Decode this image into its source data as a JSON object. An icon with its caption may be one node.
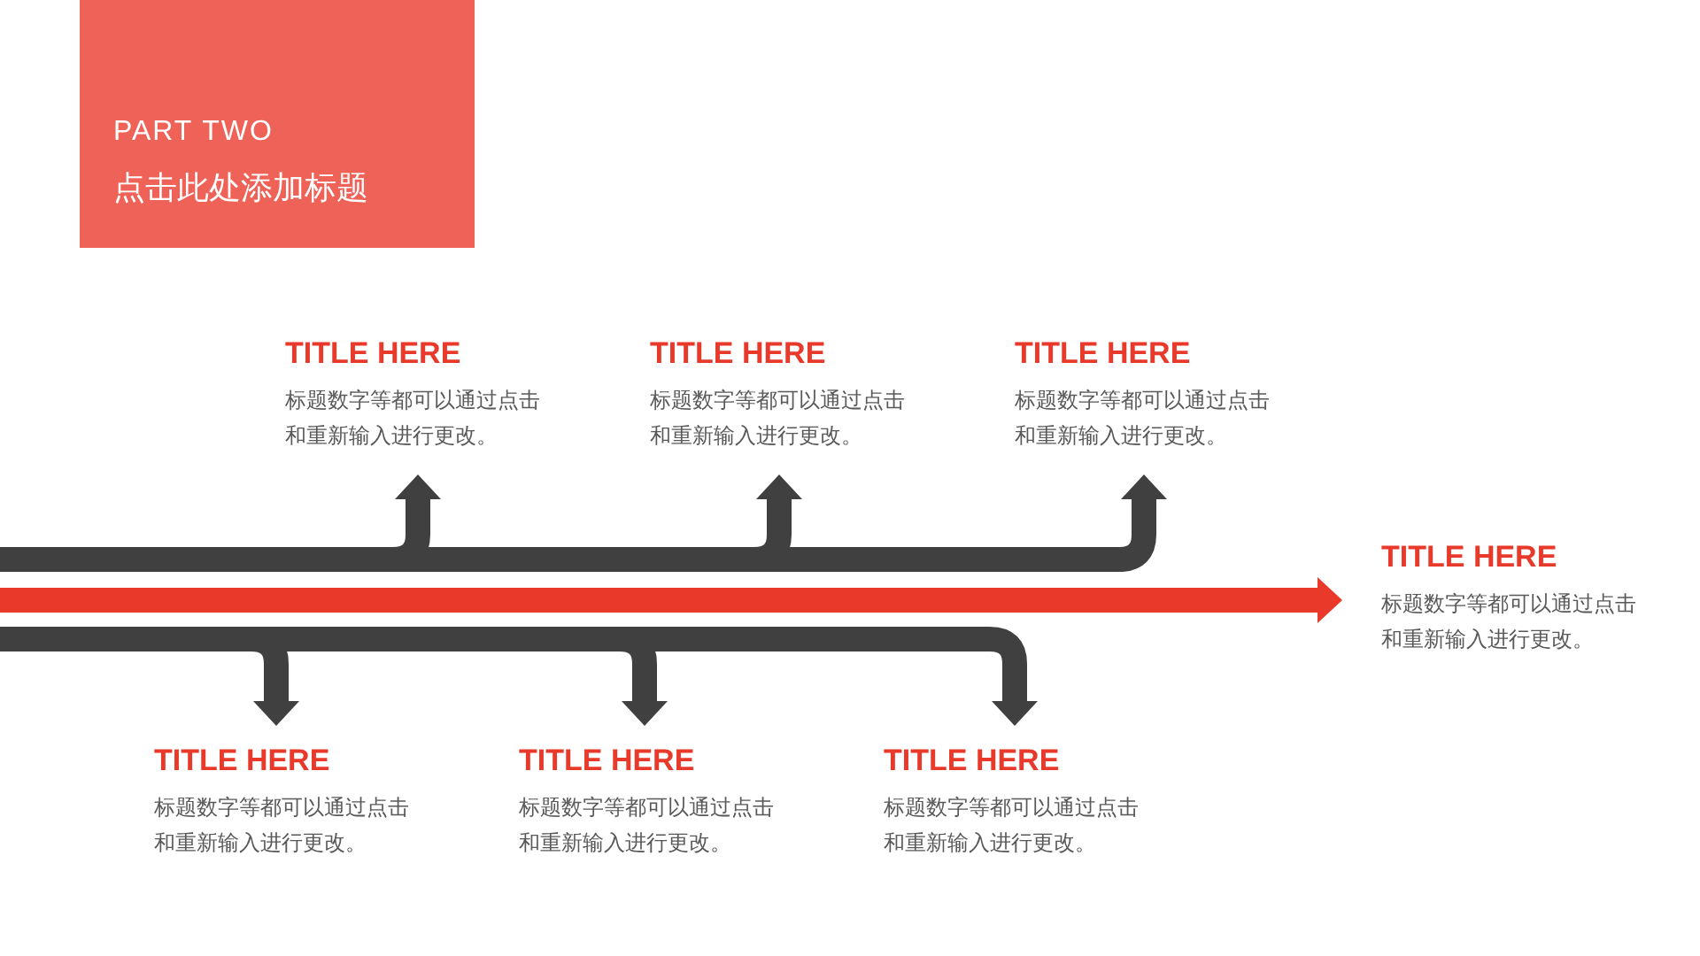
{
  "diagram": {
    "nodes": [
      {
        "text": [
          "PART TWO",
          "点击此处添加标题"
        ]
      },
      {
        "text": [
          "TITLE HERE",
          "标题数字等都可以通过点击和重新输入进行更改。"
        ]
      },
      {
        "text": [
          "TITLE HERE",
          "标题数字等都可以通过点击和重新输入进行更改。"
        ]
      },
      {
        "text": [
          "TITLE HERE",
          "标题数字等都可以通过点击和重新输入进行更改。"
        ]
      },
      {
        "text": [
          "TITLE HERE",
          "标题数字等都可以通过点击和重新输入进行更改。"
        ]
      },
      {
        "text": [
          "TITLE HERE",
          "标题数字等都可以通过点击和重新输入进行更改。"
        ]
      },
      {
        "text": [
          "TITLE HERE",
          "标题数字等都可以通过点击和重新输入进行更改。"
        ]
      },
      {
        "text": [
          "TITLE HERE",
          "标题数字等都可以通过点击和重新输入进行更改。"
        ]
      }
    ],
    "edges": [
      {
        "from": null,
        "to": 1,
        "arrow": "to"
      },
      {
        "from": null,
        "to": 2,
        "arrow": "to"
      },
      {
        "from": null,
        "to": 3,
        "arrow": "to"
      },
      {
        "from": null,
        "to": 4,
        "arrow": "to",
        "color": "#e8392b"
      },
      {
        "from": null,
        "to": 5,
        "arrow": "to"
      },
      {
        "from": null,
        "to": 6,
        "arrow": "to"
      },
      {
        "from": null,
        "to": 7,
        "arrow": "to"
      }
    ]
  }
}
